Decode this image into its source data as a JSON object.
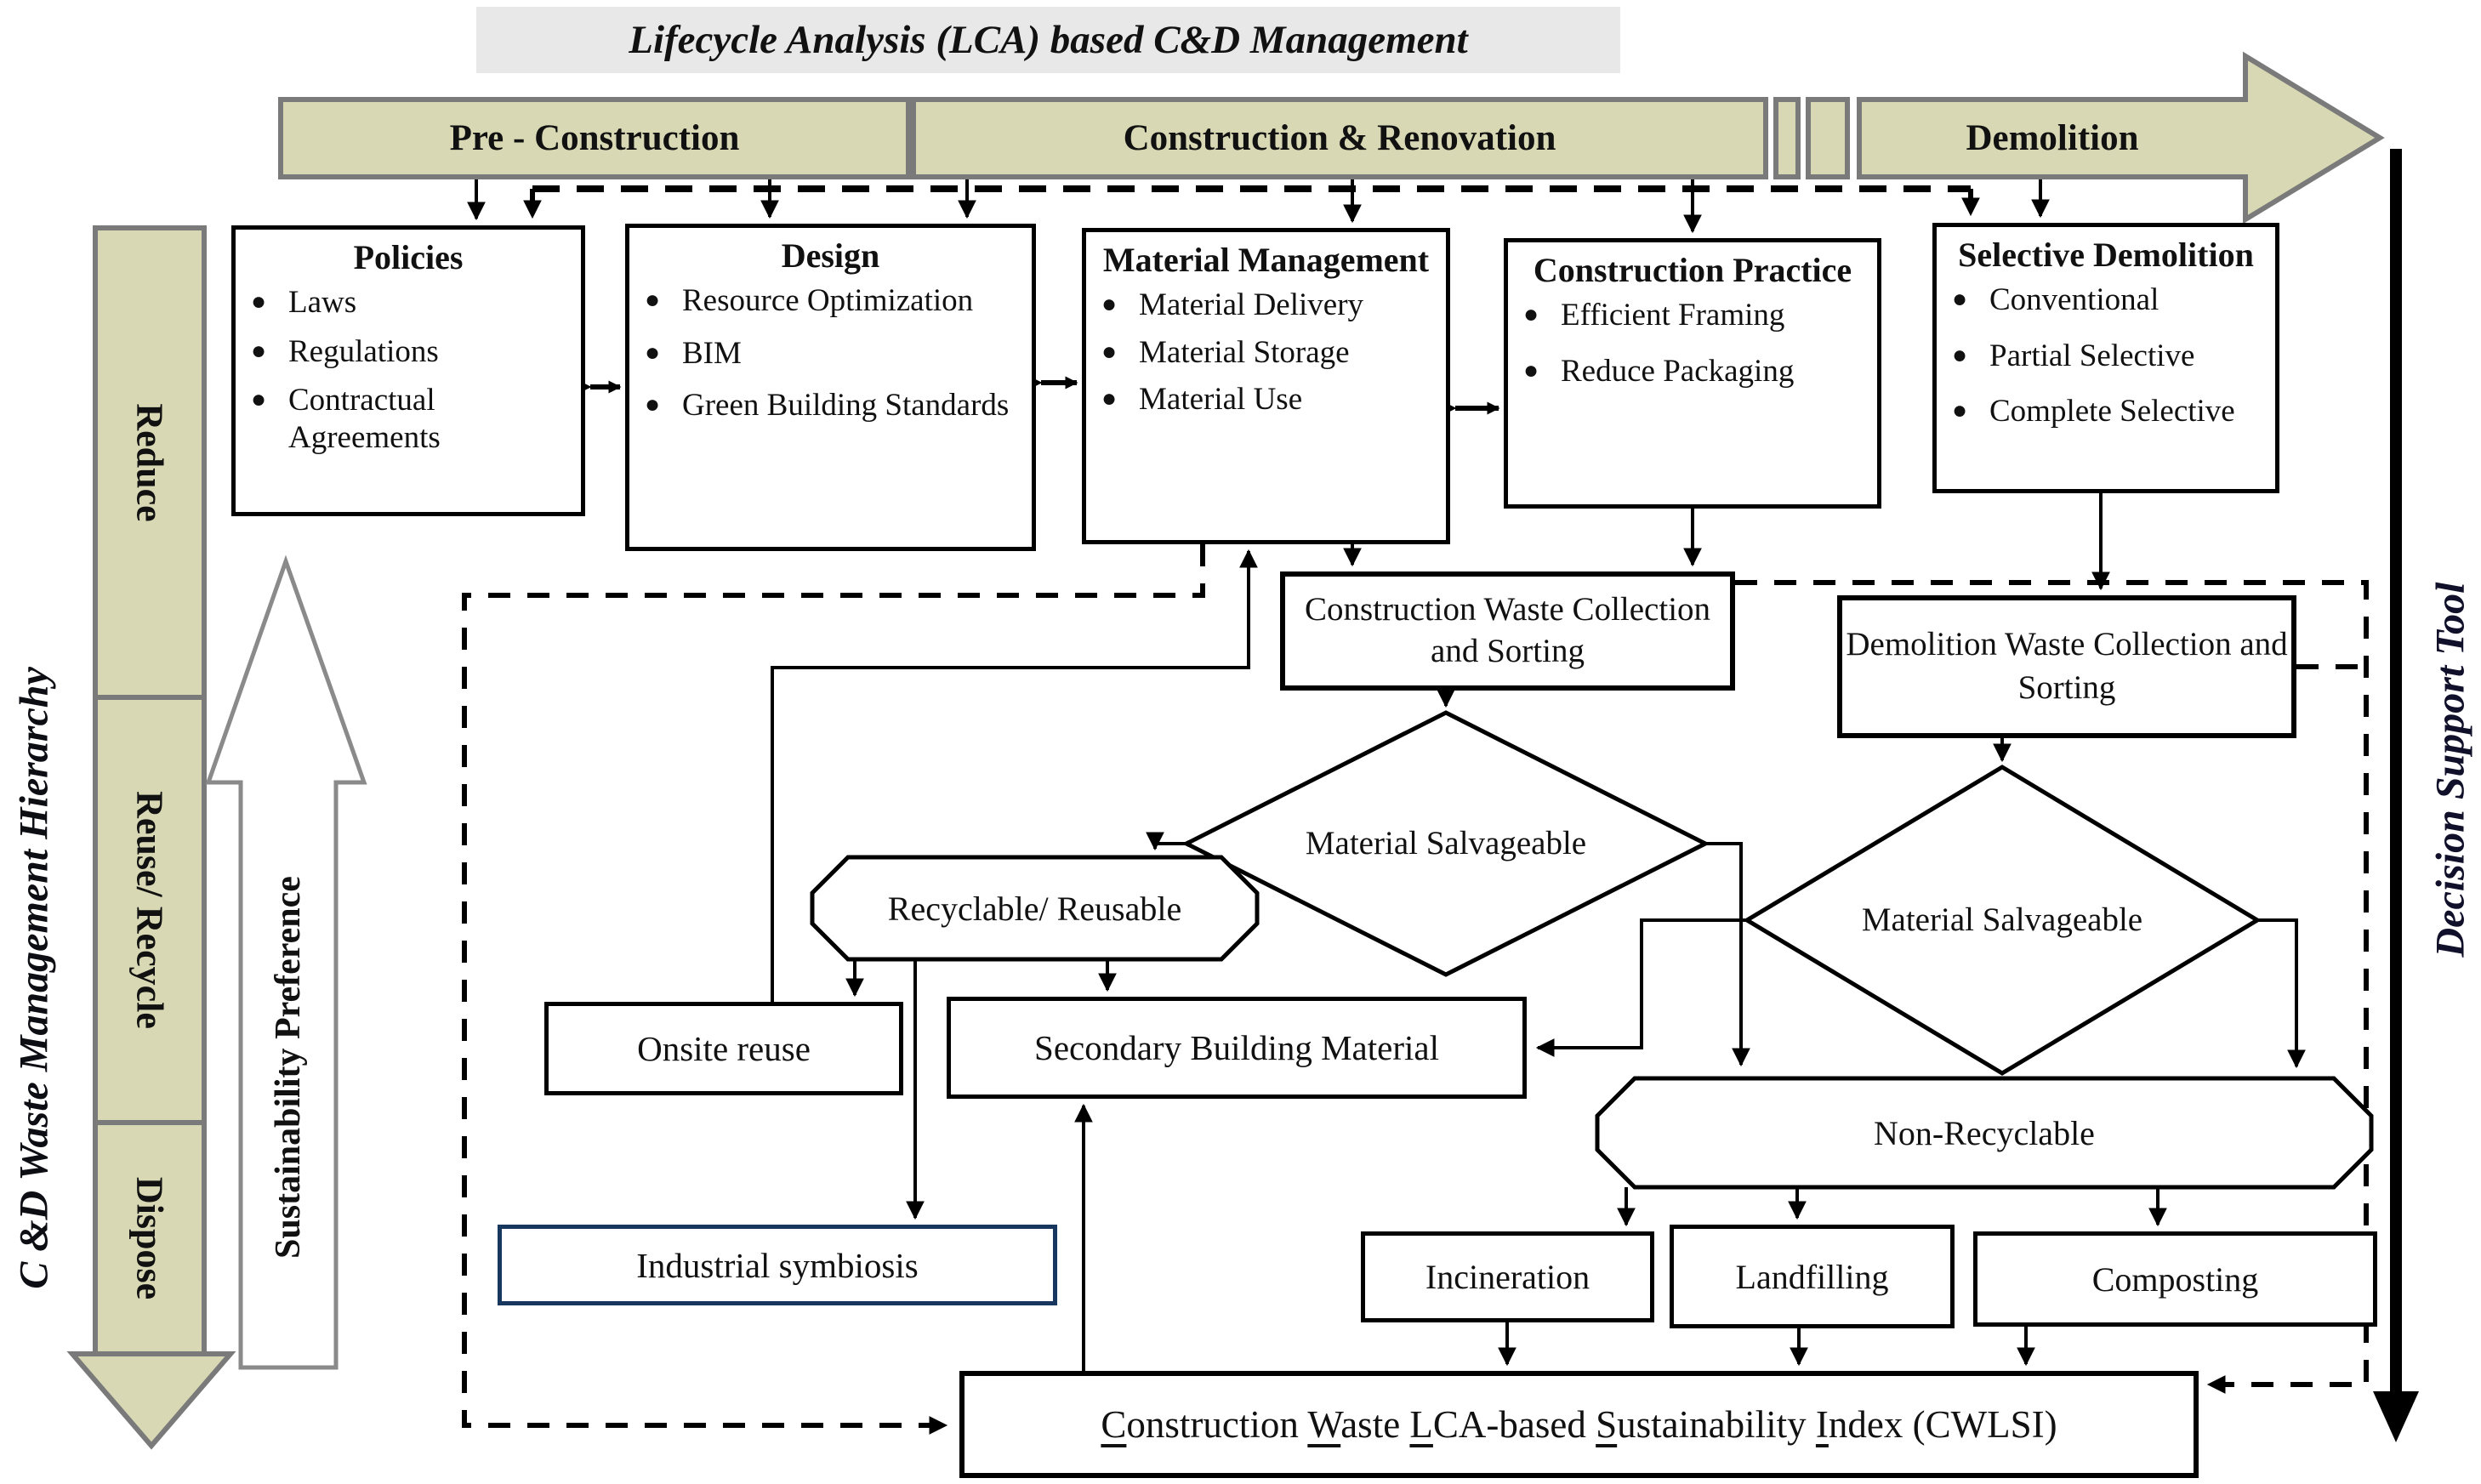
{
  "title": "Lifecycle Analysis (LCA) based C&D Management",
  "banner": {
    "phases": [
      "Pre - Construction",
      "Construction & Renovation",
      "Demolition"
    ]
  },
  "left_axis": {
    "hierarchy_label": "C &D Waste Management Hierarchy",
    "levels": [
      "Reduce",
      "Reuse/ Recycle",
      "Dispose"
    ],
    "preference_label": "Sustainability Preference"
  },
  "right_axis": {
    "label": "Decision Support Tool"
  },
  "boxes": {
    "policies": {
      "title": "Policies",
      "items": [
        "Laws",
        "Regulations",
        "Contractual Agreements"
      ]
    },
    "design": {
      "title": "Design",
      "items": [
        "Resource Optimization",
        "BIM",
        "Green Building Standards"
      ]
    },
    "material_management": {
      "title": "Material Management",
      "items": [
        "Material Delivery",
        "Material Storage",
        "Material Use"
      ]
    },
    "construction_practice": {
      "title": "Construction Practice",
      "items": [
        "Efficient Framing",
        "Reduce Packaging"
      ]
    },
    "selective_demolition": {
      "title": "Selective Demolition",
      "items": [
        "Conventional",
        "Partial Selective",
        "Complete Selective"
      ]
    }
  },
  "nodes": {
    "construction_waste": "Construction Waste Collection and Sorting",
    "demolition_waste": "Demolition Waste Collection and Sorting",
    "material_salvageable_construction": "Material Salvageable",
    "material_salvageable_demolition": "Material Salvageable",
    "recyclable_reusable": "Recyclable/ Reusable",
    "onsite_reuse": "Onsite reuse",
    "secondary_building_material": "Secondary Building Material",
    "industrial_symbiosis": "Industrial symbiosis",
    "non_recyclable": "Non-Recyclable",
    "incineration": "Incineration",
    "landfilling": "Landfilling",
    "composting": "Composting"
  },
  "cwlsi": {
    "full_text": "Construction Waste LCA-based Sustainability Index (CWLSI)",
    "segments": [
      {
        "text": "C",
        "underline": true
      },
      {
        "text": "onstruction ",
        "underline": false
      },
      {
        "text": "W",
        "underline": true
      },
      {
        "text": "aste ",
        "underline": false
      },
      {
        "text": "L",
        "underline": true
      },
      {
        "text": "CA-based ",
        "underline": false
      },
      {
        "text": "S",
        "underline": true
      },
      {
        "text": "ustainability ",
        "underline": false
      },
      {
        "text": "I",
        "underline": true
      },
      {
        "text": "ndex (CWLSI)",
        "underline": false
      }
    ]
  },
  "colors": {
    "banner_fill": "#d8d9b4",
    "banner_stroke": "#7a7a7a",
    "title_background": "#e8e8e8",
    "line": "#000000",
    "symbiosis_border": "#17375e"
  }
}
